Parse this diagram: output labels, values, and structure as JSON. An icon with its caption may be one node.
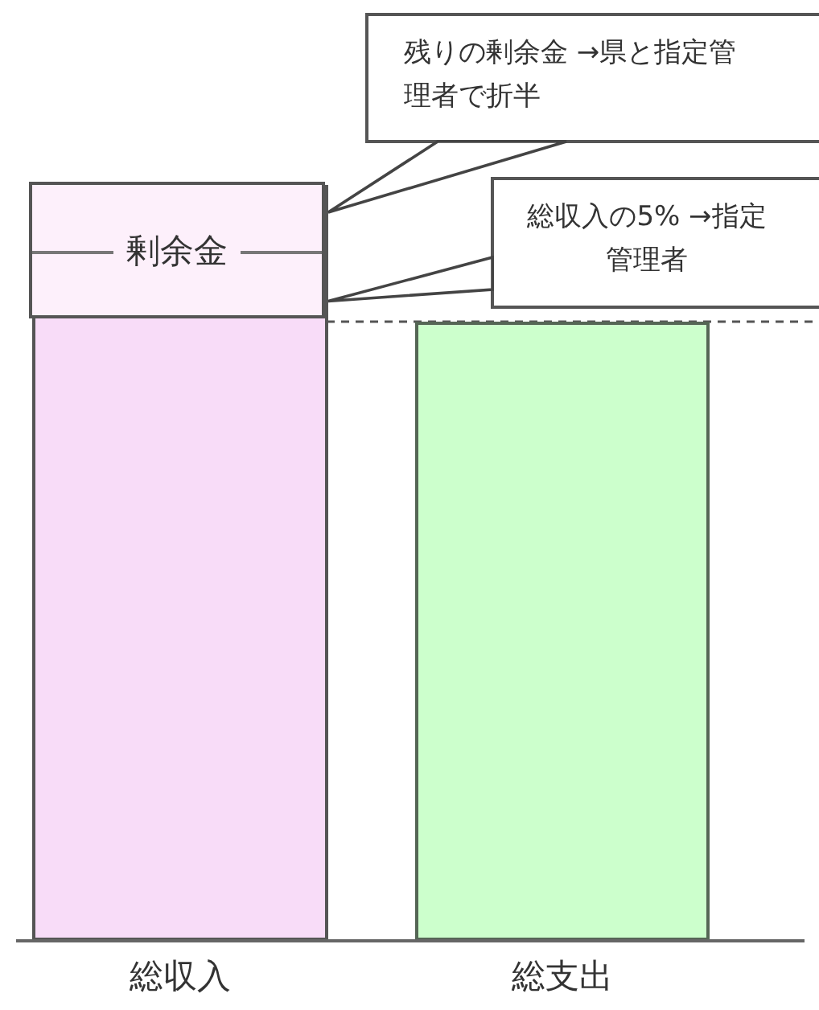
{
  "diagram": {
    "nodes": [
      {
        "text": [
          "総収入"
        ]
      },
      {
        "text": [
          "剰余金"
        ],
        "in": 0
      },
      {
        "text": [
          "総支出"
        ]
      },
      {
        "text": [
          "残りの剰余金 →県と指定管理者で折半"
        ]
      },
      {
        "text": [
          "総収入の5% →指定管理者"
        ]
      }
    ],
    "edges": [
      {
        "from": 3,
        "to": 1,
        "arrow": "none"
      },
      {
        "from": 4,
        "to": 1,
        "arrow": "none"
      }
    ]
  }
}
